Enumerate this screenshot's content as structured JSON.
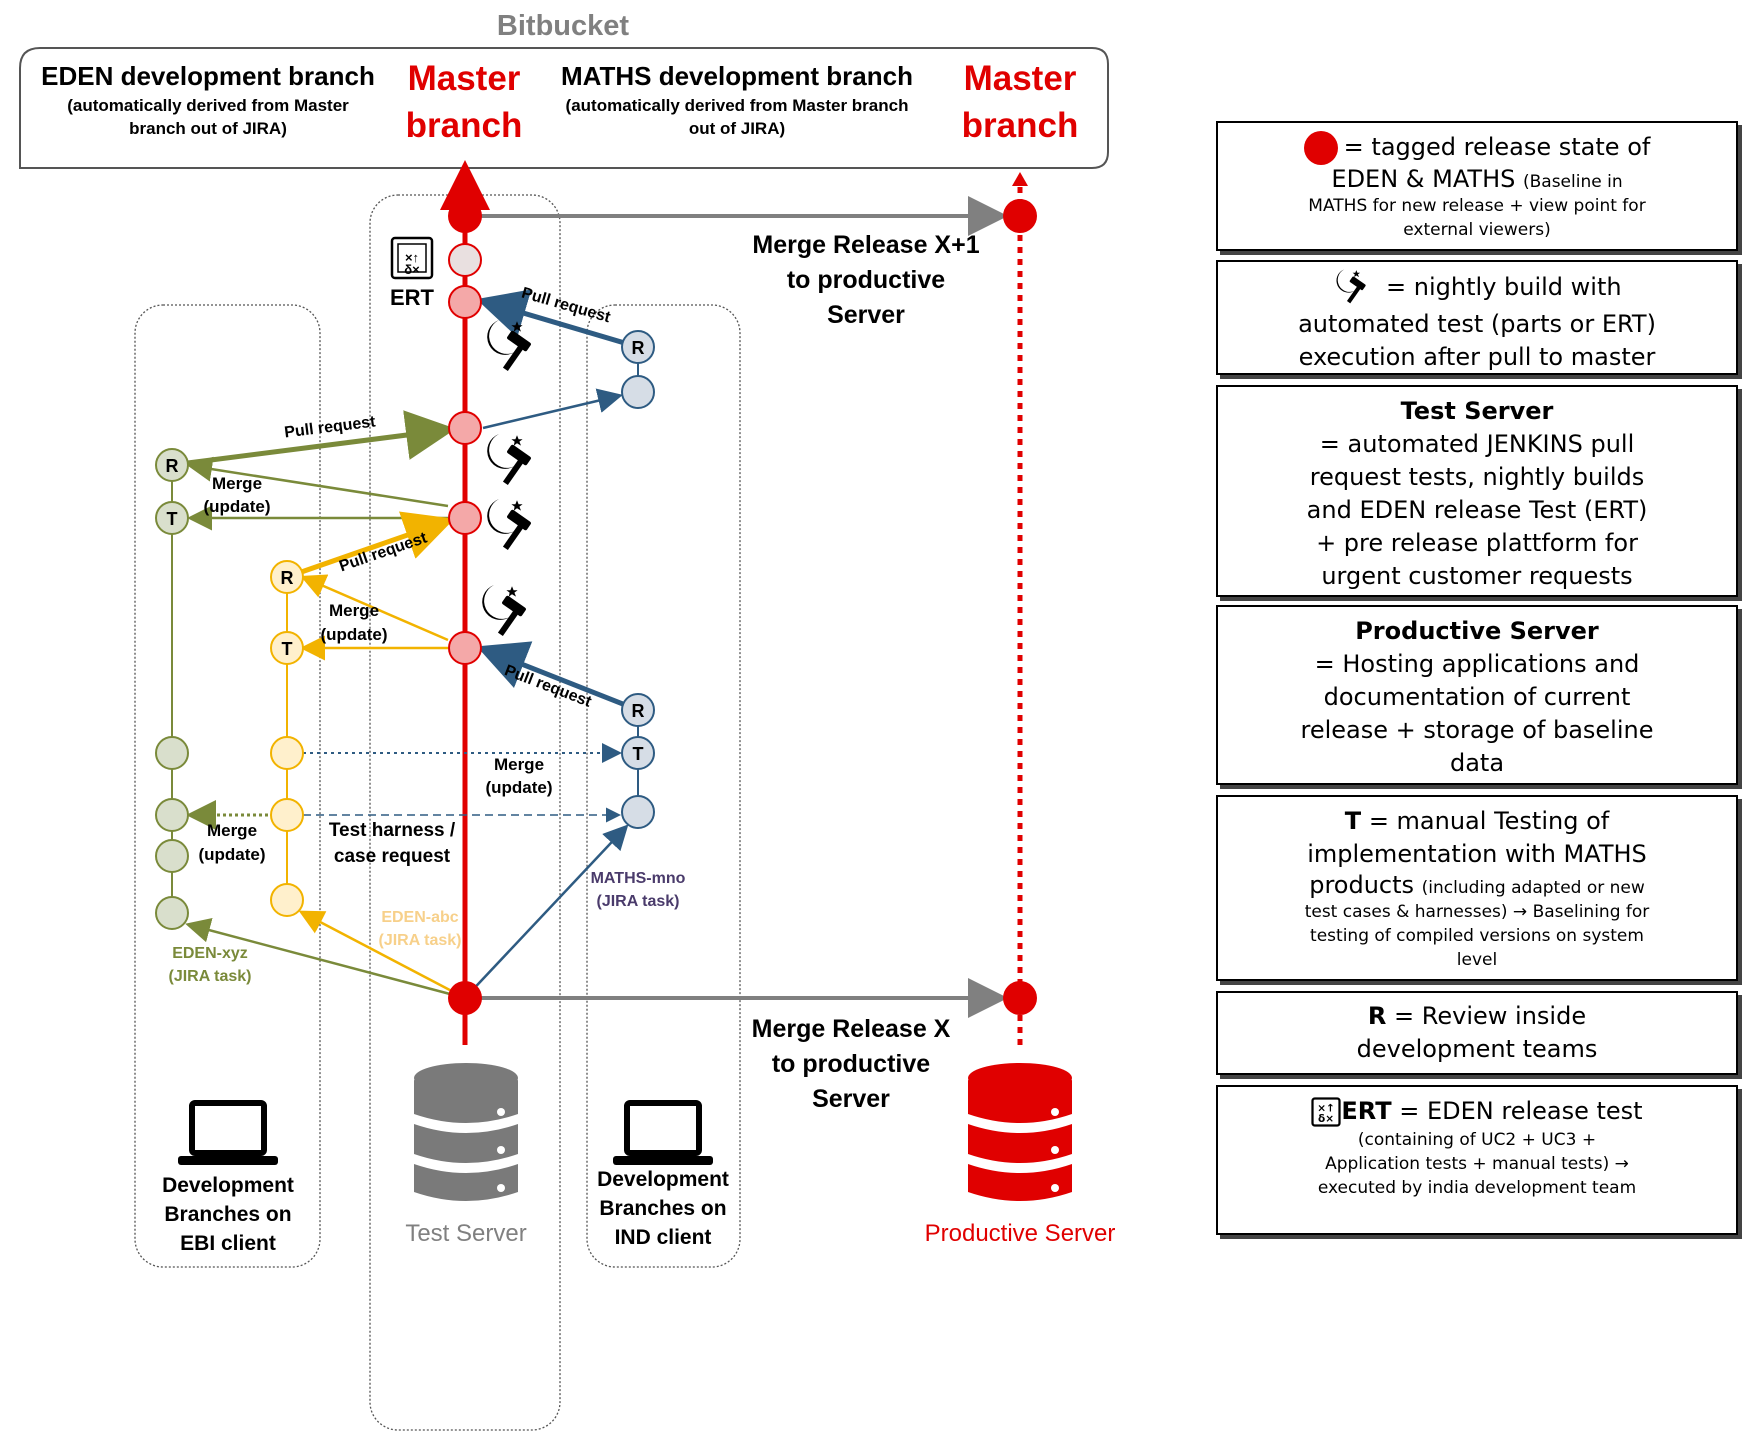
{
  "title": "Bitbucket",
  "bitbucket": {
    "eden_branch": "EDEN development branch",
    "eden_branch_note_1": "(automatically derived from Master",
    "eden_branch_note_2": "branch out of JIRA)",
    "master_1_line1": "Master",
    "master_1_line2": "branch",
    "maths_branch": "MATHS development branch",
    "maths_branch_note_1": "(automatically derived from Master branch",
    "maths_branch_note_2": "out of JIRA)",
    "master_2_line1": "Master",
    "master_2_line2": "branch"
  },
  "labels": {
    "ert": "ERT",
    "merge_x1_line1": "Merge Release X+1",
    "merge_x1_line2": "to productive",
    "merge_x1_line3": "Server",
    "merge_x_line1": "Merge Release X",
    "merge_x_line2": "to productive",
    "merge_x_line3": "Server",
    "pull_request": "Pull request",
    "merge": "Merge",
    "update": "(update)",
    "test_harness_1": "Test harness /",
    "test_harness_2": "case request",
    "maths_mno_1": "MATHS-mno",
    "maths_mno_2": "(JIRA task)",
    "eden_abc_1": "EDEN-abc",
    "eden_abc_2": "(JIRA task)",
    "eden_xyz_1": "EDEN-xyz",
    "eden_xyz_2": "(JIRA task)",
    "node_r": "R",
    "node_t": "T",
    "ebi_1": "Development",
    "ebi_2": "Branches on",
    "ebi_3": "EBI client",
    "ind_1": "Development",
    "ind_2": "Branches on",
    "ind_3": "IND client",
    "test_server": "Test Server",
    "productive_server": "Productive Server"
  },
  "legend": {
    "tagged_1": "= tagged release state of",
    "tagged_2": "EDEN & MATHS",
    "tagged_3": "(Baseline in",
    "tagged_4": "MATHS for new release + view point for",
    "tagged_5": "external viewers)",
    "nightly_1": "= nightly build with",
    "nightly_2": "automated test (parts or ERT)",
    "nightly_3": "execution after pull to master",
    "test_server_title": "Test Server",
    "test_server_1": "= automated JENKINS pull",
    "test_server_2": "request tests, nightly builds",
    "test_server_3": "and EDEN release Test (ERT)",
    "test_server_4": "+ pre release plattform for",
    "test_server_5": "urgent customer requests",
    "prod_title": "Productive Server",
    "prod_1": "= Hosting applications and",
    "prod_2": "documentation of current",
    "prod_3": "release + storage of baseline",
    "prod_4": "data",
    "t_key": "T",
    "t_1": "= manual Testing of",
    "t_2": "implementation with MATHS",
    "t_3": "products",
    "t_4": "(including adapted or new",
    "t_5": "test cases & harnesses) → Baselining for",
    "t_6": "testing of compiled versions on system",
    "t_7": "level",
    "r_key": "R",
    "r_1": "= Review inside",
    "r_2": "development teams",
    "ert_key": "ERT",
    "ert_1": "= EDEN release test",
    "ert_2": "(containing of UC2 + UC3 +",
    "ert_3": "Application tests + manual tests) →",
    "ert_4": "executed by india development team"
  },
  "colors": {
    "red": "#e00000",
    "olive": "#7a8a3a",
    "yellow": "#f2b300",
    "blue": "#2e5b82",
    "gray": "#808080"
  },
  "icons": [
    "nightly-build-icon",
    "ert-icon",
    "laptop-icon",
    "database-icon"
  ]
}
